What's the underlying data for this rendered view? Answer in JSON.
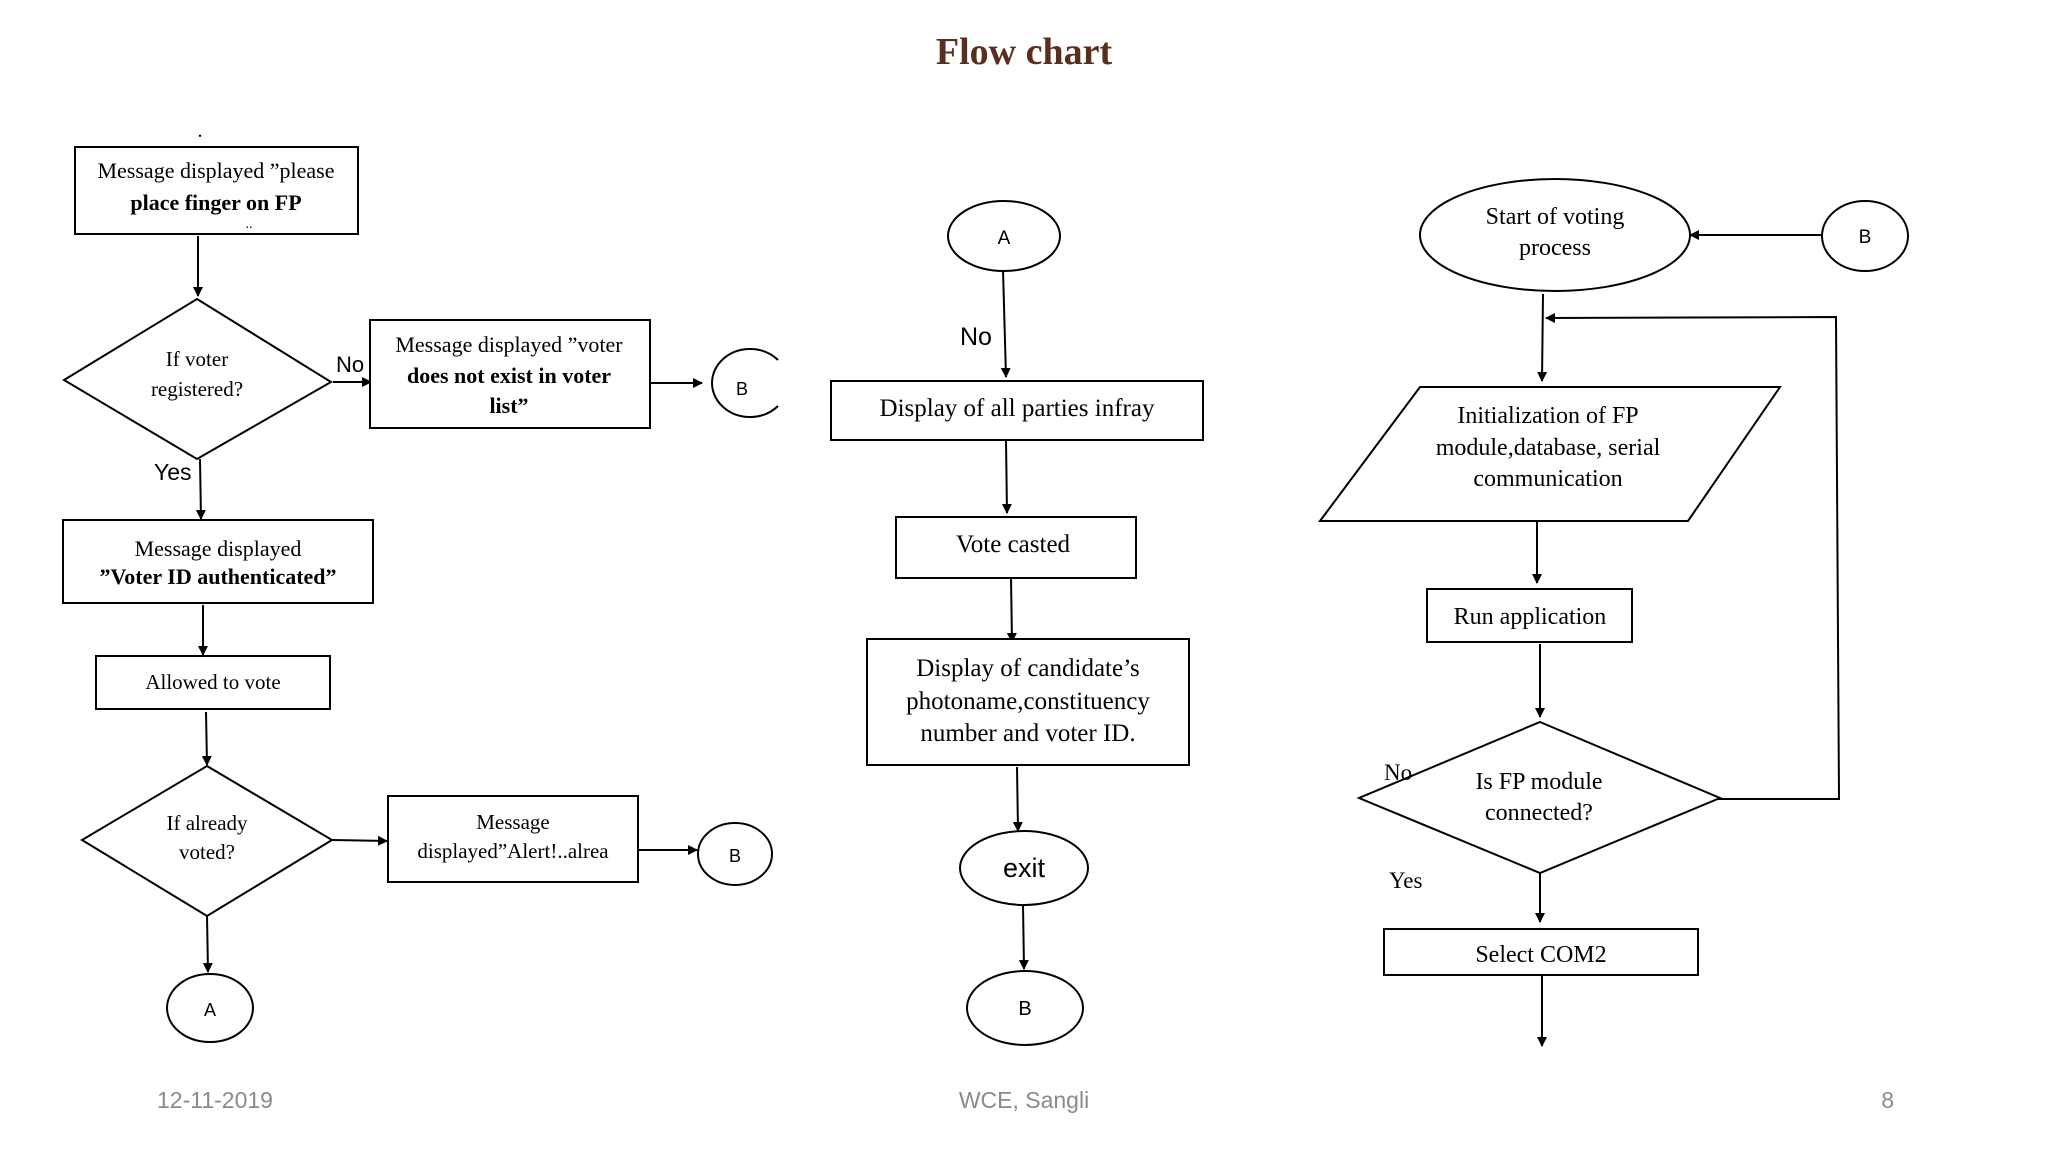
{
  "slide": {
    "title": "Flow chart",
    "footer_date": "12-11-2019",
    "footer_center": "WCE, Sangli",
    "page_number": "8"
  },
  "left": {
    "dot": ".",
    "msg_place": [
      "Message displayed ”please",
      "place finger on FP"
    ],
    "msg_place_trailing": "..",
    "decision_registered": [
      "If voter",
      "registered?"
    ],
    "no_label": "No",
    "msg_not_exist": [
      "Message displayed ”voter",
      "does not exist in voter",
      "list”"
    ],
    "conn_b1": "B",
    "yes_label": "Yes",
    "msg_authenticated": [
      "Message displayed",
      "”Voter ID authenticated”"
    ],
    "allowed": "Allowed to vote",
    "decision_voted": [
      "If already",
      "voted?"
    ],
    "msg_alert": [
      "Message",
      "displayed”Alert!..alrea"
    ],
    "conn_b2": "B",
    "conn_a": "A"
  },
  "middle": {
    "conn_a": "A",
    "no_label": "No",
    "display_parties": "Display of all parties infray",
    "vote_casted": "Vote casted",
    "display_candidate": [
      "Display of candidate’s",
      "photoname,constituency",
      "number and voter ID."
    ],
    "exit": "exit",
    "conn_b": "B"
  },
  "right": {
    "start": [
      "Start of voting",
      "process"
    ],
    "conn_b": "B",
    "init": [
      "Initialization of FP",
      "module,database, serial",
      "communication"
    ],
    "run_app": "Run application",
    "decision_fp": [
      "Is FP module",
      "connected?"
    ],
    "no_label": "No",
    "yes_label": "Yes",
    "select_com2": "Select COM2"
  }
}
